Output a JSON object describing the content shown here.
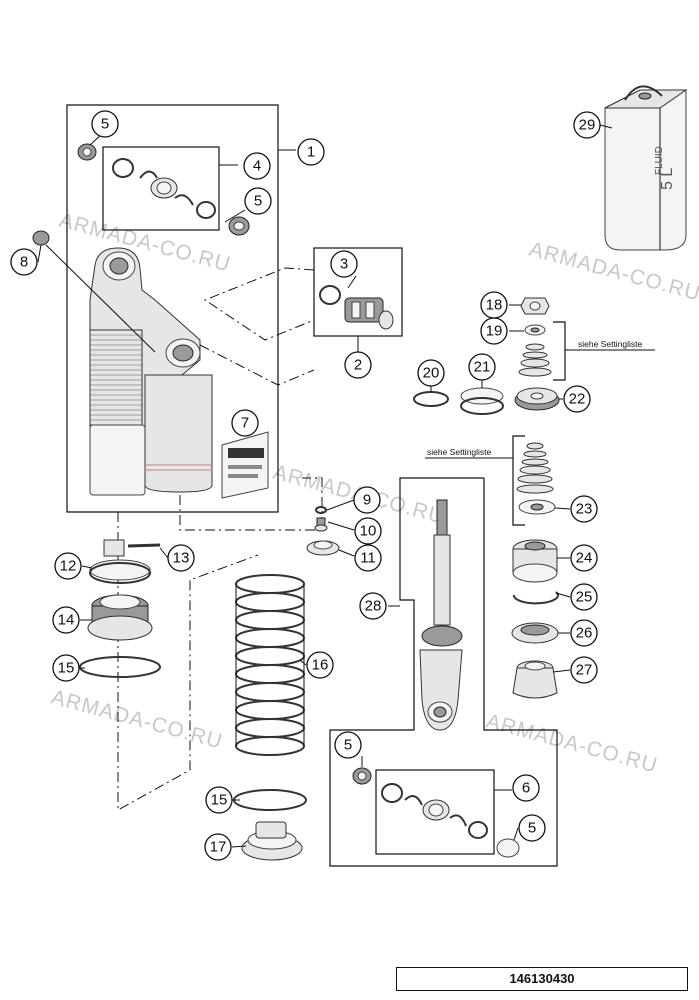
{
  "diagram_code": "146130430",
  "watermark": "ARMADA-CO.RU",
  "setting_note": "siehe Settingliste",
  "fluid_label": "FLUID",
  "fluid_volume": "5 L",
  "callouts": [
    "1",
    "2",
    "3",
    "4",
    "5",
    "5",
    "5",
    "5",
    "6",
    "7",
    "8",
    "9",
    "10",
    "11",
    "12",
    "13",
    "14",
    "15",
    "15",
    "16",
    "17",
    "18",
    "19",
    "20",
    "21",
    "22",
    "23",
    "24",
    "25",
    "26",
    "27",
    "28",
    "29"
  ]
}
